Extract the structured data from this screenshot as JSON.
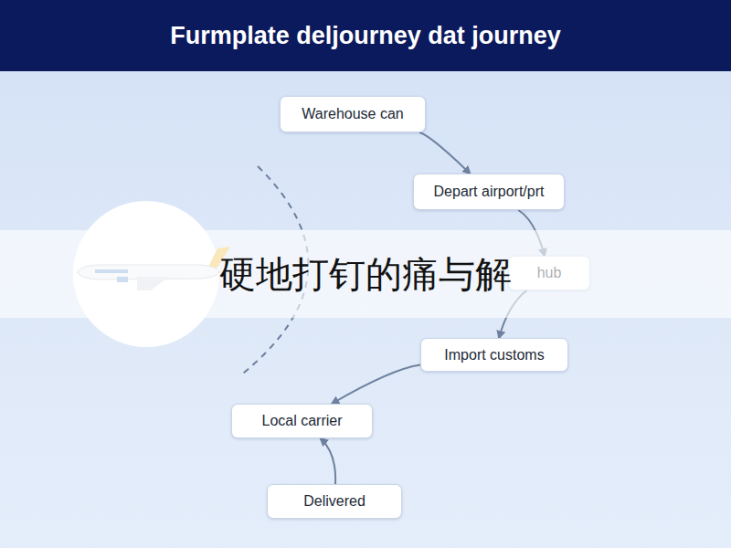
{
  "diagram": {
    "title": "Furmplate deljourney dat journey",
    "nodes": [
      {
        "text": [
          "Warehouse can"
        ]
      },
      {
        "text": [
          "Depart airport/prt"
        ]
      },
      {
        "text": [
          "hub"
        ]
      },
      {
        "text": [
          "Import customs"
        ]
      },
      {
        "text": [
          "Local carrier"
        ]
      },
      {
        "text": [
          "Delivered"
        ]
      }
    ],
    "edges": [
      {
        "from": 0,
        "to": 1,
        "arrow": "to"
      },
      {
        "from": 1,
        "to": 2,
        "arrow": "to"
      },
      {
        "from": 2,
        "to": 3,
        "arrow": "to"
      },
      {
        "from": 3,
        "to": 4,
        "arrow": "to"
      },
      {
        "from": 5,
        "to": 4,
        "arrow": "to"
      }
    ],
    "labels": [
      "硬地打钉的痛与解"
    ]
  }
}
